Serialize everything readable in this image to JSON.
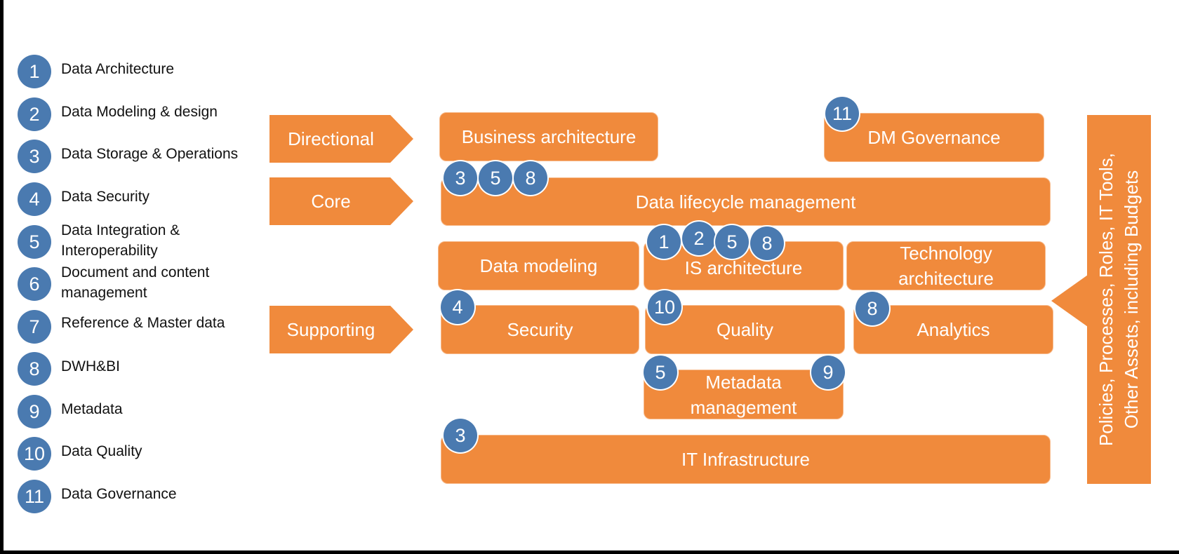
{
  "legend": [
    {
      "num": "1",
      "label": "Data Architecture"
    },
    {
      "num": "2",
      "label": "Data Modeling & design"
    },
    {
      "num": "3",
      "label": "Data Storage & Operations"
    },
    {
      "num": "4",
      "label": "Data Security"
    },
    {
      "num": "5",
      "label": "Data Integration &",
      "label2": "Interoperability"
    },
    {
      "num": "6",
      "label": "Document and content",
      "label2": "management"
    },
    {
      "num": "7",
      "label": "Reference & Master data"
    },
    {
      "num": "8",
      "label": "DWH&BI"
    },
    {
      "num": "9",
      "label": "Metadata"
    },
    {
      "num": "10",
      "label": "Data Quality"
    },
    {
      "num": "11",
      "label": "Data Governance"
    }
  ],
  "categories": {
    "directional": "Directional",
    "core": "Core",
    "supporting": "Supporting"
  },
  "boxes": {
    "business_architecture": "Business architecture",
    "dm_governance": "DM Governance",
    "data_lifecycle": "Data lifecycle management",
    "data_modeling": "Data modeling",
    "is_architecture": "IS architecture",
    "technology_architecture_1": "Technology",
    "technology_architecture_2": "architecture",
    "security": "Security",
    "quality": "Quality",
    "analytics": "Analytics",
    "metadata_1": "Metadata",
    "metadata_2": "management",
    "it_infrastructure": "IT Infrastructure"
  },
  "badges": {
    "dm_governance": [
      "11"
    ],
    "data_lifecycle": [
      "3",
      "5",
      "8"
    ],
    "is_architecture": [
      "1",
      "2",
      "5",
      "8"
    ],
    "security": [
      "4"
    ],
    "quality": [
      "10"
    ],
    "analytics": [
      "8"
    ],
    "metadata_left": [
      "5"
    ],
    "metadata_right": [
      "9"
    ],
    "it_infrastructure": [
      "3"
    ]
  },
  "side_panel": {
    "line1": "Policies, Processes, Roles, IT Tools,",
    "line2": "Other Assets, including Budgets"
  },
  "colors": {
    "box_fill": "#f08a3c",
    "badge_fill": "#4a7ab0",
    "background": "#ffffff",
    "frame": "#000000"
  }
}
